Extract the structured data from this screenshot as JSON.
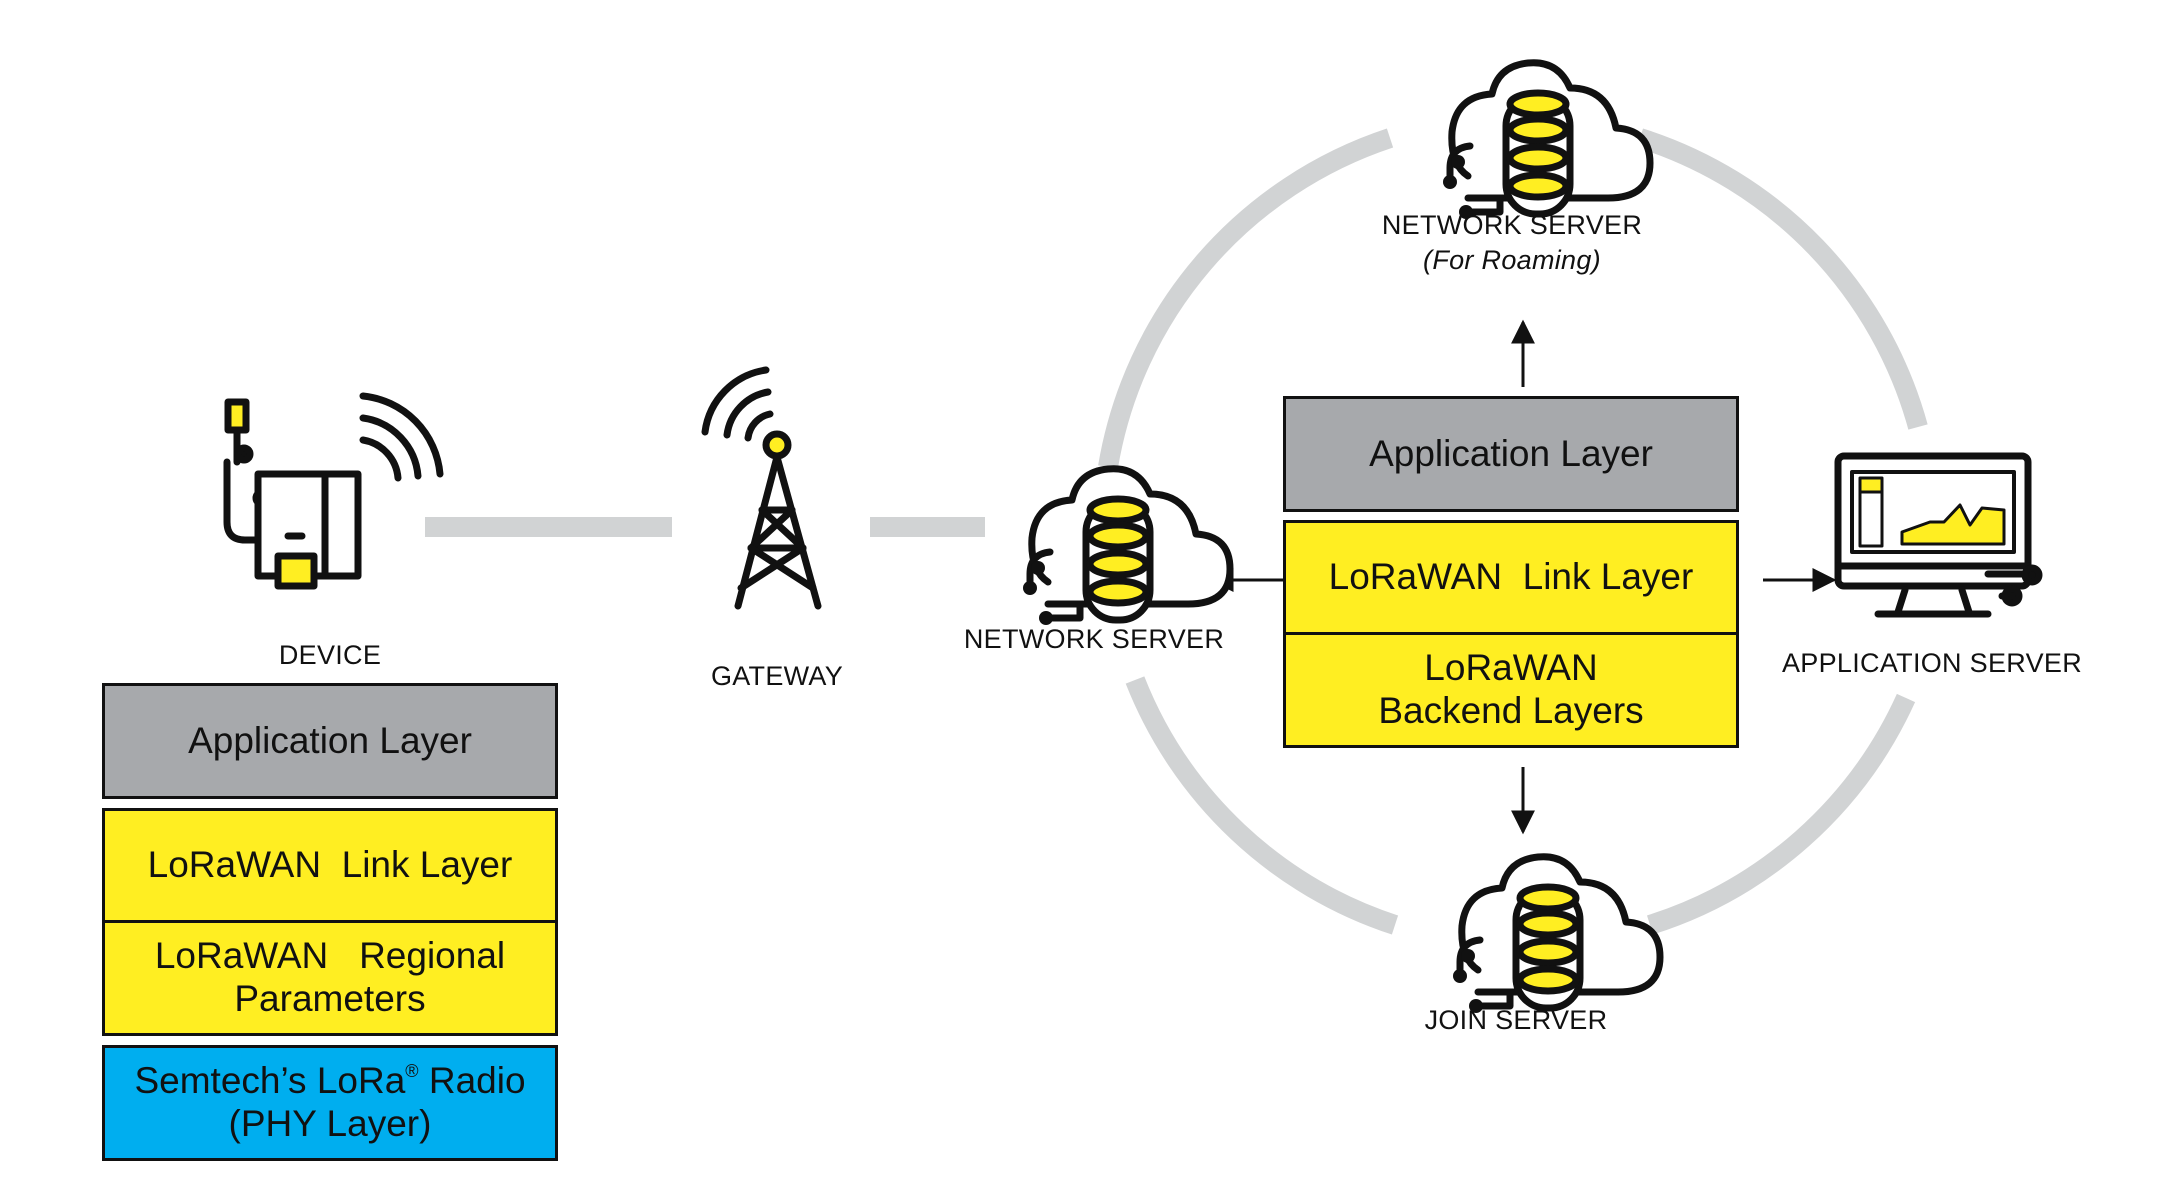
{
  "colors": {
    "application_layer": "#a7a9ac",
    "lorawan_layer": "#ffee22",
    "phy_layer": "#00aeef",
    "connector": "#d1d3d4",
    "icon_accent": "#ffee22",
    "outline": "#111111"
  },
  "nodes": {
    "device": {
      "label": "DEVICE",
      "icon": "device-icon"
    },
    "gateway": {
      "label": "GATEWAY",
      "icon": "gateway-tower-icon"
    },
    "network_server": {
      "label": "NETWORK SERVER",
      "icon": "cloud-database-icon"
    },
    "roaming_server": {
      "label": "NETWORK SERVER",
      "sublabel": "(For Roaming)",
      "icon": "cloud-database-icon"
    },
    "application_server": {
      "label": "APPLICATION SERVER",
      "icon": "monitor-chart-icon"
    },
    "join_server": {
      "label": "JOIN SERVER",
      "icon": "cloud-database-icon"
    }
  },
  "device_stack": {
    "application": "Application Layer",
    "link": "LoRaWAN  Link Layer",
    "regional_line1": "LoRaWAN   Regional",
    "regional_line2": "Parameters",
    "phy_line1_pre": "Semtech’s LoRa",
    "phy_registered": "®",
    "phy_line1_post": " Radio",
    "phy_line2": "(PHY Layer)"
  },
  "server_stack": {
    "application": "Application Layer",
    "link": "LoRaWAN  Link Layer",
    "backend_line1": "LoRaWAN",
    "backend_line2": "Backend Layers"
  }
}
